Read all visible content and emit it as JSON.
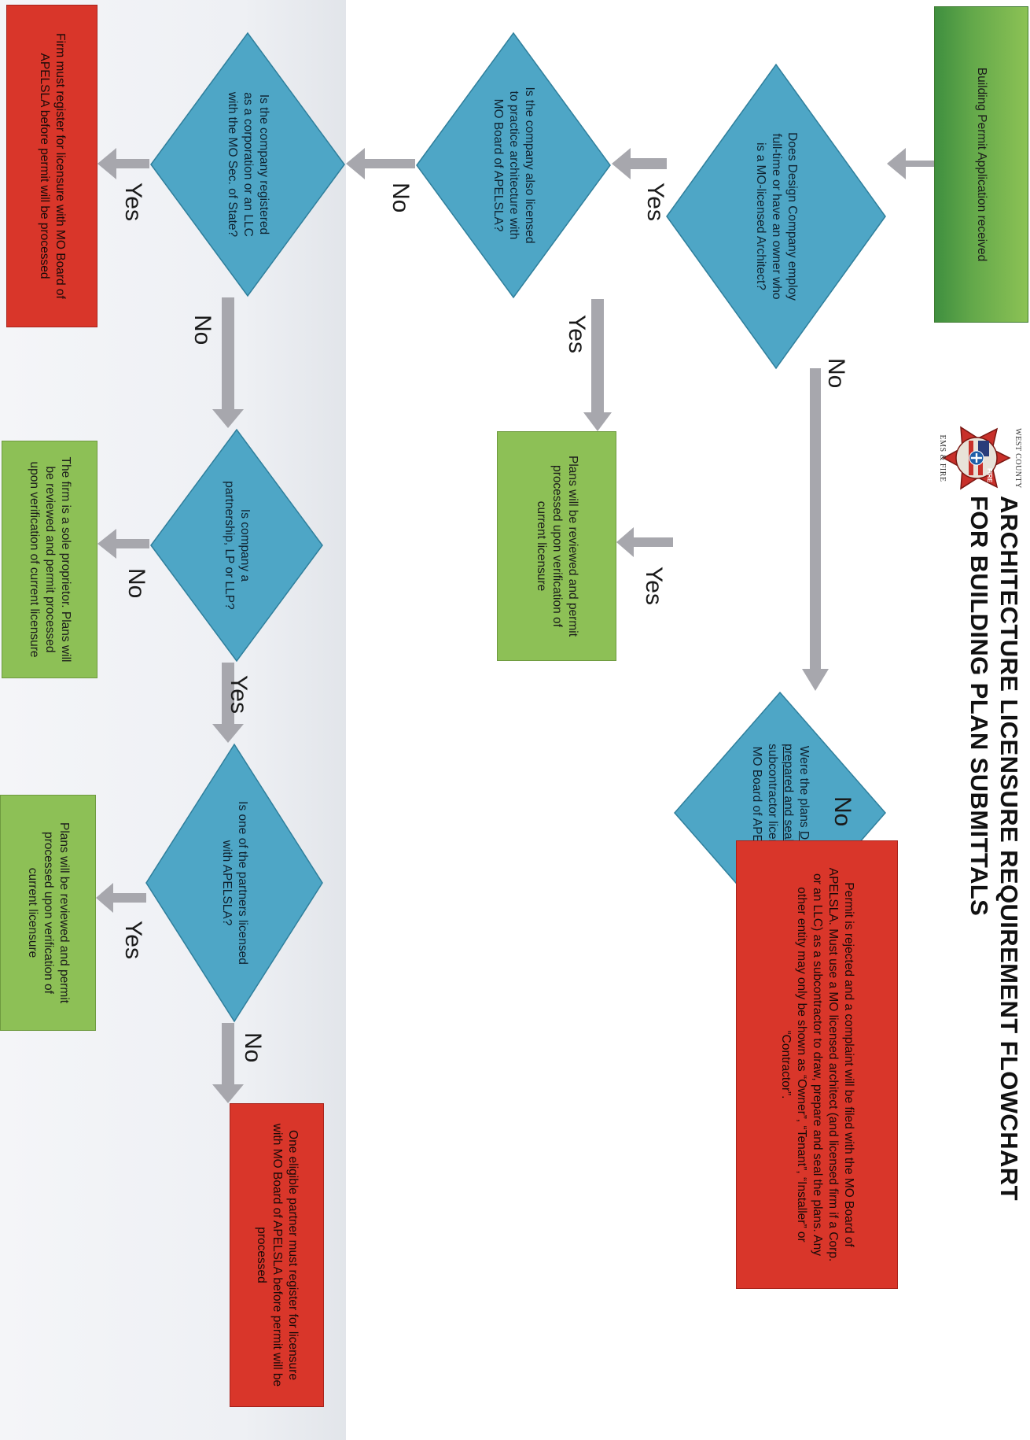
{
  "title": {
    "line1": "ARCHITECTURE LICENSURE REQUIREMENT FLOWCHART",
    "line2": "FOR BUILDING PLAN SUBMITTALS"
  },
  "logo": {
    "top_text": "WEST COUNTY",
    "bottom_text": "EMS & FIRE",
    "seal_text": "FIRE",
    "icon": "fire-district-emblem-icon"
  },
  "nodes": {
    "start": "Building Permit Application received",
    "q1": "Does Design Company employ full-time or have an owner who is a MO-licensed Architect?",
    "q2_before": "Were the plans ",
    "q2_underlined": "DRAWN, prepared and sealed",
    "q2_after": " by a subcontractor licensed by MO Board of APELSLA?",
    "reject": "Permit is rejected and a complaint will be filed with the MO Board of APELSLA.  Must use a MO licensed architect  (and licensed firm if a Corp. or an LLC) as a subcontractor to draw, prepare and seal the plans.  Any other entity may only be shown as “Owner”, “Tenant”, “Installer” or “Contractor”.",
    "q3": "Is the company also licensed to practice architecture with MO Board of APELSLA?",
    "ok1": "Plans will be reviewed and permit processed upon verification of current licensure",
    "q4": "Is the company registered as a corporation or an LLC with the MO Sec. of State?",
    "firm_register": "Firm must register for licensure with MO Board of APELSLA before permit will be processed",
    "q5": "Is company a partnership, LP or LLP?",
    "sole_prop": "The firm is a sole proprietor. Plans will be reviewed and permit processed upon verification of current licensure",
    "q6": "Is one of the partners licensed with APELSLA?",
    "ok2": "Plans will be reviewed and permit processed upon verification of current licensure",
    "partner_register": "One eligible partner must register for licensure with MO Board of APELSLA before permit will be processed"
  },
  "labels": {
    "q1_yes": "Yes",
    "q1_no": "No",
    "q2_yes": "Yes",
    "q2_no": "No",
    "q3_yes": "Yes",
    "q3_no": "No",
    "q4_yes": "Yes",
    "q4_no": "No",
    "q5_no": "No",
    "q5_yes": "Yes",
    "q6_yes": "Yes",
    "q6_no": "No"
  },
  "colors": {
    "start_green": "#6aad4b",
    "result_green": "#8dc056",
    "stop_red": "#d9362a",
    "decision_blue": "#4ea6c6",
    "arrow_gray": "#a7a7ad"
  }
}
